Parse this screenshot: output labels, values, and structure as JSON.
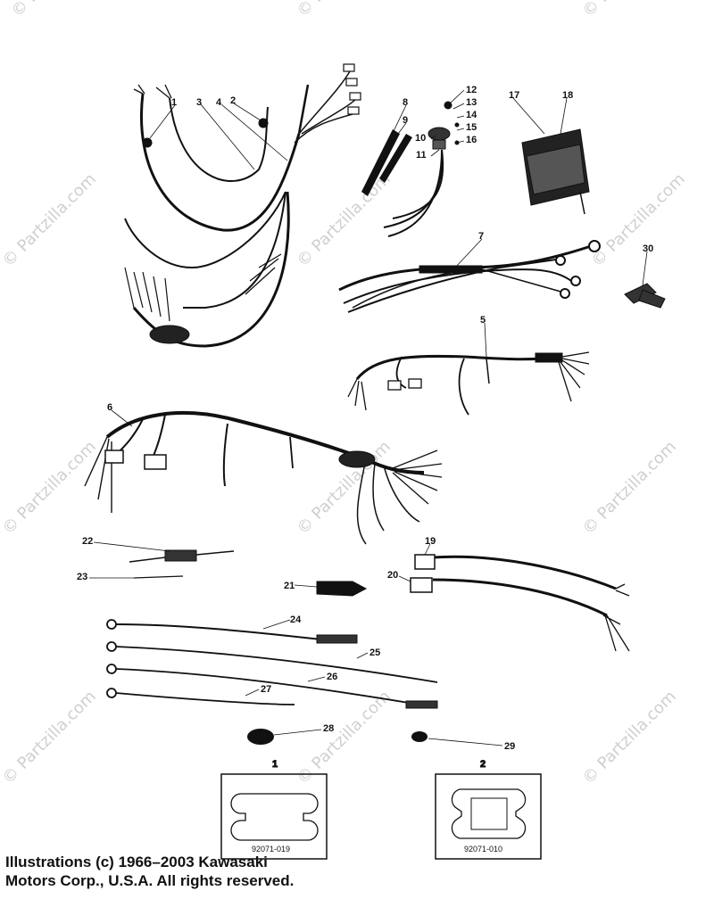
{
  "watermark": "© Partzilla.com",
  "callouts": [
    "1",
    "2",
    "3",
    "4",
    "5",
    "6",
    "7",
    "8",
    "9",
    "10",
    "11",
    "12",
    "13",
    "14",
    "15",
    "16",
    "17",
    "18",
    "19",
    "20",
    "21",
    "22",
    "23",
    "24",
    "25",
    "26",
    "27",
    "28",
    "29",
    "30"
  ],
  "gaskets": [
    {
      "label": "1",
      "part_number": "92071-019"
    },
    {
      "label": "2",
      "part_number": "92071-010"
    }
  ],
  "copyright": {
    "line1": "Illustrations (c) 1966–2003 Kawasaki",
    "line2": "Motors Corp., U.S.A.  All rights reserved."
  }
}
